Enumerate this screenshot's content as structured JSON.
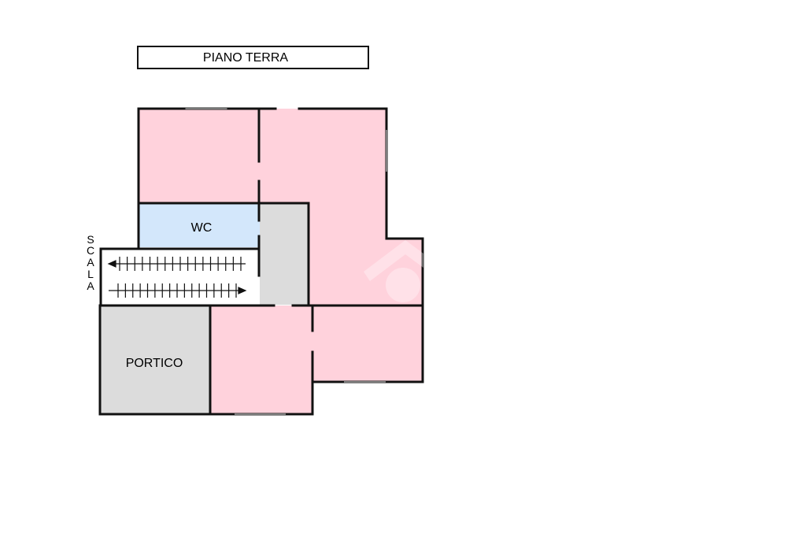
{
  "title": "PIANO TERRA",
  "rooms": {
    "wc": "WC",
    "portico": "PORTICO"
  },
  "stair_label": [
    "S",
    "C",
    "A",
    "L",
    "A"
  ],
  "colors": {
    "room": "#ffd2dc",
    "wc": "#d3e7fb",
    "service": "#dcdcdc",
    "wall": "#111111"
  }
}
